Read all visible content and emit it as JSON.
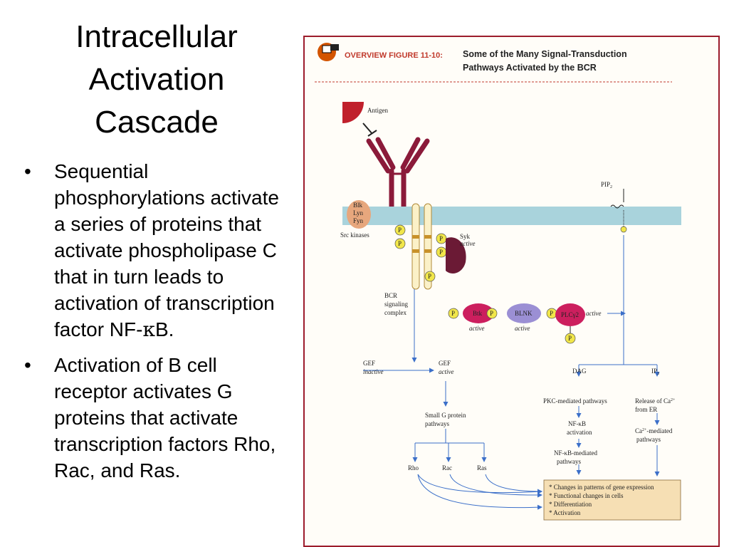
{
  "slide": {
    "title_lines": [
      "Intracellular",
      "Activation",
      "Cascade"
    ],
    "bullet_1": {
      "pre": "Sequential phosphorylations activate a series of proteins that activate phospholipase C that in turn leads to activation of transcription factor NF-",
      "kappa": "κ",
      "post": "B."
    },
    "bullet_2": "Activation of B cell receptor activates G proteins that activate transcription factors Rho, Rac, and Ras."
  },
  "figure": {
    "heading_label": "OVERVIEW FIGURE 11-10:",
    "heading_title_1": "Some of the Many Signal-Transduction",
    "heading_title_2": "Pathways Activated by the BCR",
    "antigen": "Antigen",
    "src_kinases": "Src kinases",
    "blk": "Blk",
    "lyn": "Lyn",
    "fyn": "Fyn",
    "p": "P",
    "syk": "Syk",
    "syk_state": "active",
    "pip2": "PIP",
    "pip2_sub": "2",
    "bcr_1": "BCR",
    "bcr_2": "signaling",
    "bcr_3": "complex",
    "btk": "Btk",
    "btk_state": "active",
    "blnk": "BLNK",
    "blnk_state": "active",
    "plc": "PLCγ2",
    "plc_state": "active",
    "gef_1": "GEF",
    "gef_1_state": "inactive",
    "gef_2": "GEF",
    "gef_2_state": "active",
    "dag": "DAG",
    "ip3": "IP",
    "ip3_sub": "3",
    "small_g_1": "Small G protein",
    "small_g_2": "pathways",
    "pkc": "PKC-mediated pathways",
    "release_1": "Release of Ca",
    "release_sup": "2+",
    "release_2": "from ER",
    "nfkb_1": "NF-κB",
    "nfkb_2": "activation",
    "ca_med_1": "Ca",
    "ca_med_sup": "2+",
    "ca_med_post": "-mediated",
    "ca_med_2": "pathways",
    "nfkb_med_1": "NF-κB-mediated",
    "nfkb_med_2": "pathways",
    "rho": "Rho",
    "rac": "Rac",
    "ras": "Ras",
    "outcome_1": "* Changes in patterns of gene expression",
    "outcome_2": "* Functional changes in cells",
    "outcome_3": "* Differentiation",
    "outcome_4": "* Activation",
    "colors": {
      "accent_red": "#9c1c2c",
      "heading_red": "#c0392b",
      "membrane": "#a9d3dc",
      "receptor": "#8b1a3a",
      "phospho": "#f1e64a",
      "btk": "#cc1f5e",
      "blnk": "#9b8fd4",
      "arrow": "#3b6fc9",
      "outcome_box": "#f6dfb4"
    }
  }
}
